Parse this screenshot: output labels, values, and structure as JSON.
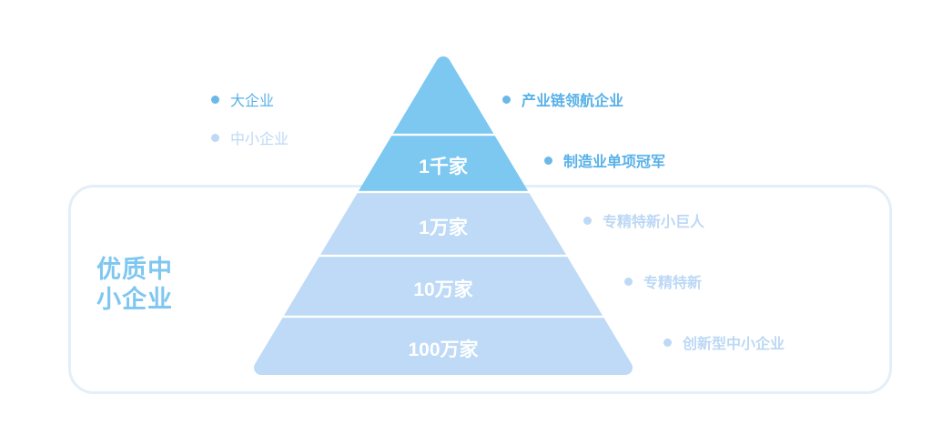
{
  "colors": {
    "tier_dark": "#7cc8f1",
    "tier_light": "#bedaf6",
    "divider_white": "#ffffff",
    "label_blue": "#58b1e8",
    "label_pale": "#bcd8f5",
    "box_border": "#e4eef9",
    "box_title_blue": "#7ec7f1",
    "tier_text_white": "#ffffff"
  },
  "pyramid": {
    "tier_labels": [
      "1千家",
      "1万家",
      "10万家",
      "100万家"
    ]
  },
  "left_legend": {
    "items": [
      {
        "label": "大企业"
      },
      {
        "label": "中小企业"
      }
    ]
  },
  "right_legend": {
    "items": [
      {
        "label": "产业链领航企业"
      },
      {
        "label": "制造业单项冠军"
      },
      {
        "label": "专精特新小巨人"
      },
      {
        "label": "专精特新"
      },
      {
        "label": "创新型中小企业"
      }
    ]
  },
  "box": {
    "title": "优质中\n小企业"
  }
}
